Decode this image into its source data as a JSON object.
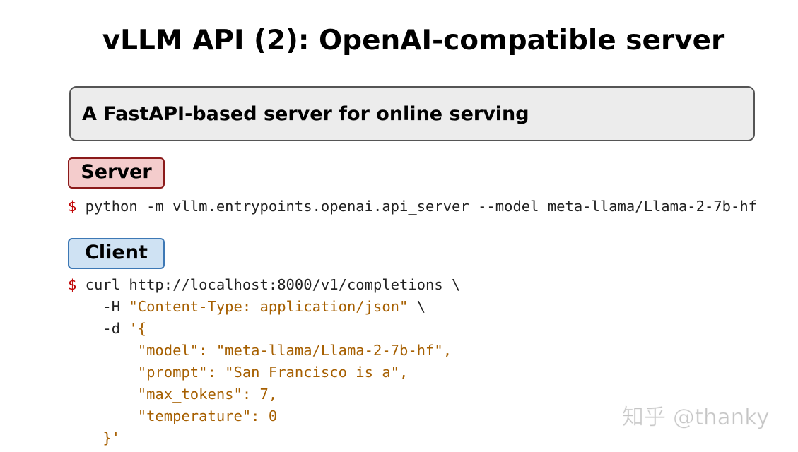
{
  "slide": {
    "title": "vLLM API (2): OpenAI-compatible server",
    "summary": "A FastAPI-based server for online serving"
  },
  "server": {
    "tag": "Server",
    "prompt_symbol": "$",
    "command": " python -m vllm.entrypoints.openai.api_server --model meta-llama/Llama-2-7b-hf"
  },
  "client": {
    "tag": "Client",
    "lines": {
      "l1_prompt": "$",
      "l1_cmd": " curl http://localhost:8000/v1/completions \\",
      "l2_flag": "    -H ",
      "l2_str": "\"Content-Type: application/json\"",
      "l2_tail": " \\",
      "l3_flag": "    -d ",
      "l3_str": "'{",
      "l4": "        \"model\": \"meta-llama/Llama-2-7b-hf\",",
      "l5": "        \"prompt\": \"San Francisco is a\",",
      "l6": "        \"max_tokens\": 7,",
      "l7": "        \"temperature\": 0",
      "l8": "    }'"
    }
  },
  "watermark": "知乎 @thanky",
  "colors": {
    "server_tag_bg": "#f4cccc",
    "server_tag_border": "#8b1a1a",
    "client_tag_bg": "#cfe2f3",
    "client_tag_border": "#3d78b5",
    "prompt": "#c00000",
    "string": "#a65f00"
  }
}
